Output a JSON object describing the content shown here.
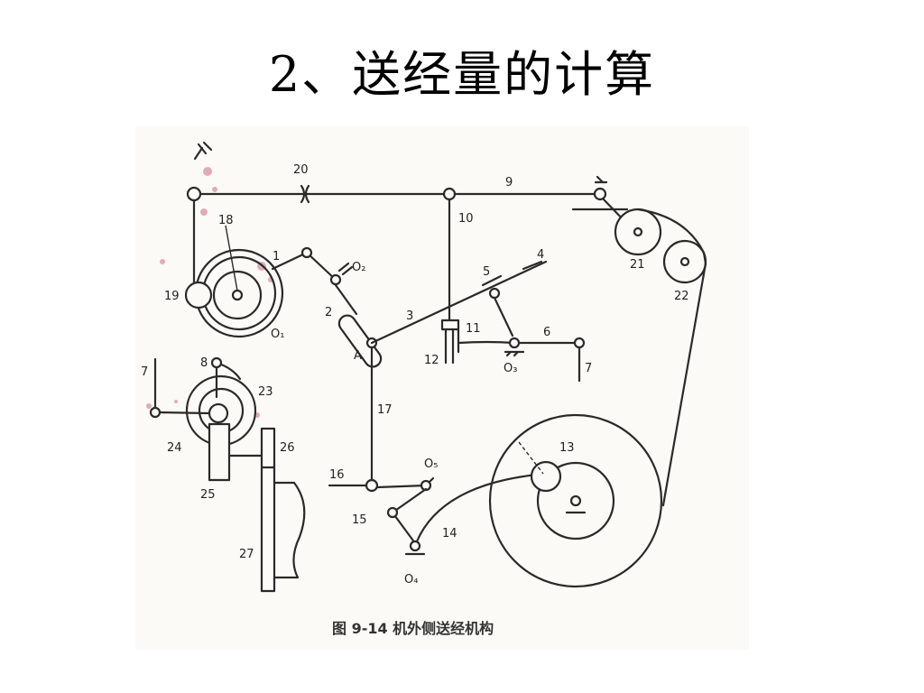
{
  "title": "2、送经量的计算",
  "figure": {
    "caption": "图 9-14   机外侧送经机构",
    "labels": {
      "n1": "1",
      "n2": "2",
      "n3": "3",
      "n4": "4",
      "n5": "5",
      "n6": "6",
      "n7a": "7",
      "n7b": "7",
      "n8": "8",
      "n9": "9",
      "n10": "10",
      "n11": "11",
      "n12": "12",
      "n13": "13",
      "n14": "14",
      "n15": "15",
      "n16": "16",
      "n17": "17",
      "n18": "18",
      "n19": "19",
      "n20": "20",
      "n21": "21",
      "n22": "22",
      "n23": "23",
      "n24": "24",
      "n25": "25",
      "n26": "26",
      "n27": "27",
      "A": "A",
      "O1": "O₁",
      "O2": "O₂",
      "O3": "O₃",
      "O4": "O₄",
      "O5": "O₅"
    }
  },
  "colors": {
    "stain": "#c0506a",
    "ink": "#2a2a2a"
  }
}
